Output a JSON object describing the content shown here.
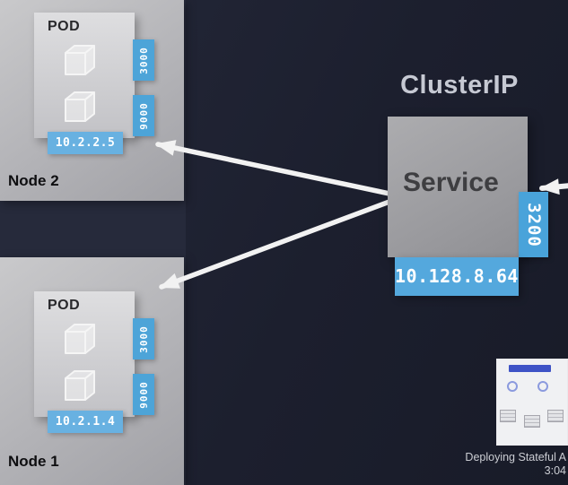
{
  "title": "ClusterIP",
  "service": {
    "label": "Service",
    "port": "3200",
    "ip": "10.128.8.64"
  },
  "nodes": [
    {
      "name": "Node 2",
      "pod_label": "POD",
      "port_top": "3000",
      "port_bottom": "9000",
      "ip": "10.2.2.5"
    },
    {
      "name": "Node 1",
      "pod_label": "POD",
      "port_top": "3000",
      "port_bottom": "9000",
      "ip": "10.2.1.4"
    }
  ],
  "preview": {
    "title": "Deploying Stateful A",
    "time": "3:04"
  },
  "colors": {
    "background": "#1c1f2e",
    "port_blue": "#4da4d8",
    "ip_blue": "#68b1e1",
    "service_ip_blue": "#54a8dd",
    "node_gray": "#b3b3b7",
    "service_gray": "#98989c",
    "arrow_white": "#f2f2f2"
  }
}
